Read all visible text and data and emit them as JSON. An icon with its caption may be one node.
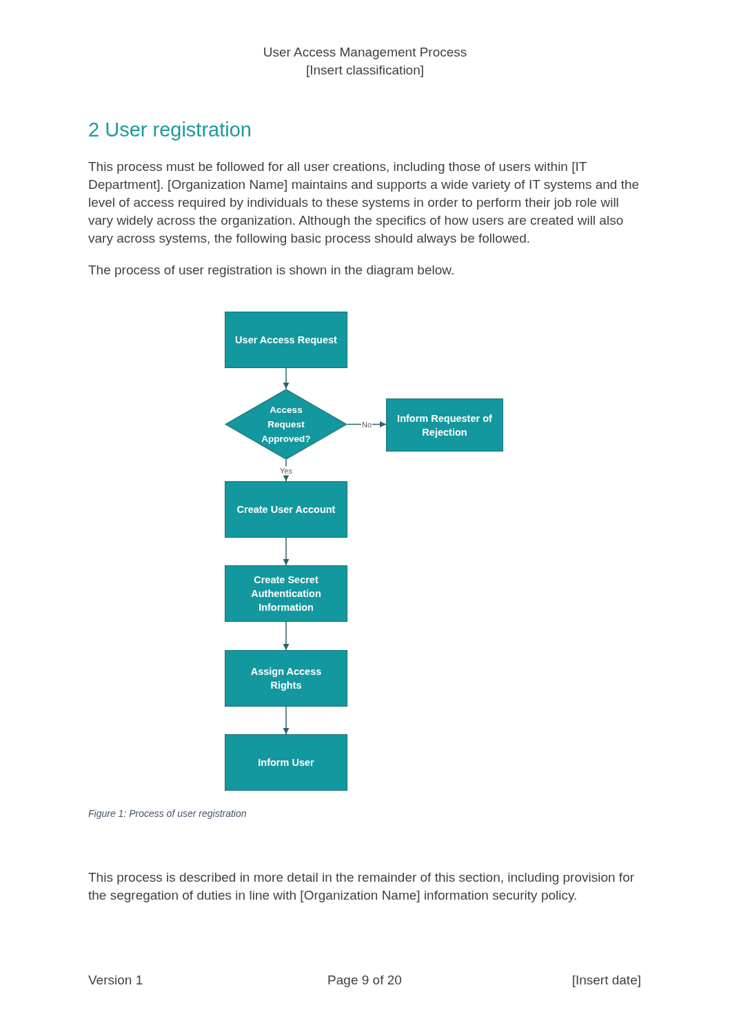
{
  "diagram": {
    "title": "2 User registration",
    "caption": "Figure 1: Process of user registration",
    "nodes": [
      {
        "text": [
          "User Access Request"
        ]
      },
      {
        "text": [
          "Access Request Approved?"
        ]
      },
      {
        "text": [
          "Inform Requester of Rejection"
        ]
      },
      {
        "text": [
          "Create User Account"
        ]
      },
      {
        "text": [
          "Create Secret Authentication Information"
        ]
      },
      {
        "text": [
          "Assign Access Rights"
        ]
      },
      {
        "text": [
          "Inform User"
        ]
      }
    ],
    "edges": [
      {
        "from": 0,
        "to": 1,
        "arrow": "to"
      },
      {
        "from": 1,
        "to": 2,
        "arrow": "to",
        "label": "No"
      },
      {
        "from": 1,
        "to": 3,
        "arrow": "to",
        "label": "Yes"
      },
      {
        "from": 3,
        "to": 4,
        "arrow": "to"
      },
      {
        "from": 4,
        "to": 5,
        "arrow": "to"
      },
      {
        "from": 5,
        "to": 6,
        "arrow": "to"
      }
    ],
    "labels": [
      "User Access Management Process",
      "[Insert classification]",
      "This process must be followed for all user creations, including those of users within [IT Department]. [Organization Name] maintains and supports a wide variety of IT systems and the level of access required by individuals to these systems in order to perform their job role will vary widely across the organization. Although the specifics of how users are created will also vary across systems, the following basic process should always be followed.",
      "The process of user registration is shown in the diagram below.",
      "This process is described in more detail in the remainder of this section, including provision for the segregation of duties in line with [Organization Name] information security policy.",
      "Version 1",
      "Page 9 of 20",
      "[Insert date]"
    ]
  }
}
